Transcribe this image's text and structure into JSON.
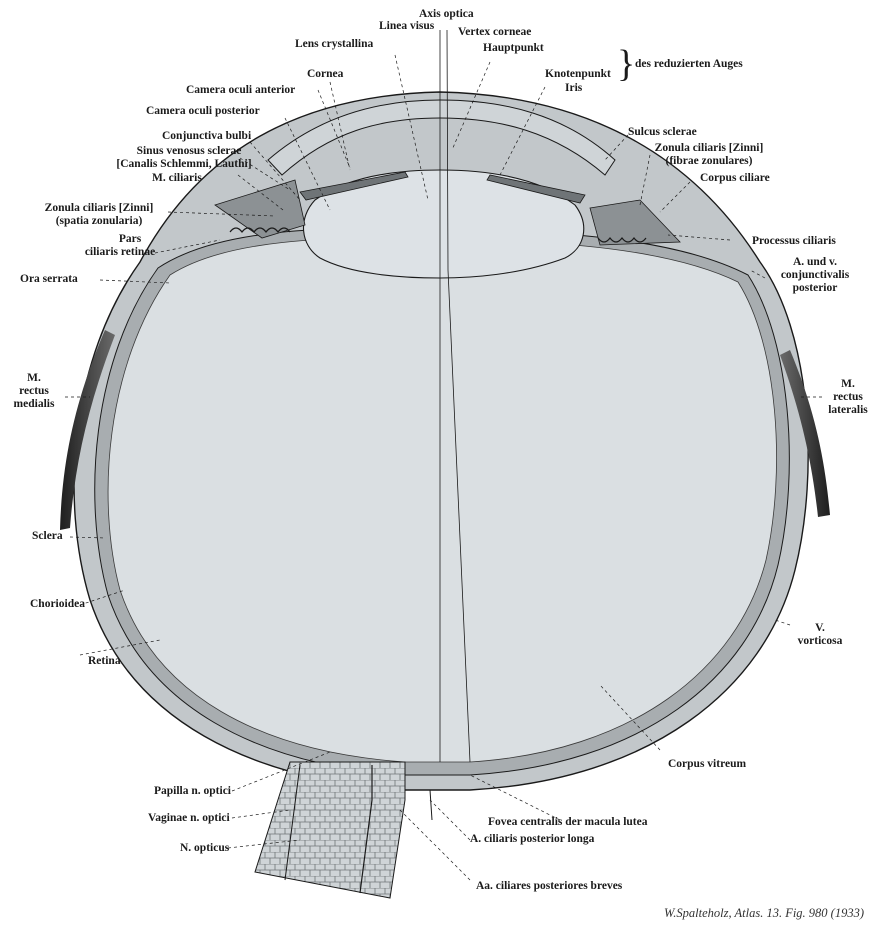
{
  "figure": {
    "credit": "W.Spalteholz, Atlas. 13. Fig. 980 (1933)",
    "brace_group_label": "des reduzierten Auges"
  },
  "labels": {
    "axis_optica": "Axis optica",
    "linea_visus": "Linea visus",
    "vertex_corneae": "Vertex corneae",
    "lens_crystallina": "Lens crystallina",
    "hauptpunkt": "Hauptpunkt",
    "cornea": "Cornea",
    "knotenpunkt": "Knotenpunkt",
    "iris": "Iris",
    "camera_anterior": "Camera oculi anterior",
    "camera_posterior": "Camera oculi posterior",
    "conjunctiva_bulbi": "Conjunctiva bulbi",
    "sinus_venosus_1": "Sinus venosus sclerae",
    "sinus_venosus_2": "[Canalis Schlemmi, Lauthi]",
    "m_ciliaris": "M. ciliaris",
    "zonula_left_1": "Zonula ciliaris [Zinni]",
    "zonula_left_2": "(spatia zonularia)",
    "pars_1": "Pars",
    "pars_2": "ciliaris retinae",
    "ora_serrata": "Ora serrata",
    "sulcus_sclerae": "Sulcus sclerae",
    "zonula_right_1": "Zonula ciliaris [Zinni]",
    "zonula_right_2": "(fibrae zonulares)",
    "corpus_ciliare": "Corpus ciliare",
    "processus_ciliaris": "Processus ciliaris",
    "a_v_conj_1": "A. und v.",
    "a_v_conj_2": "conjunctivalis",
    "a_v_conj_3": "posterior",
    "m_rectus_med_1": "M.",
    "m_rectus_med_2": "rectus",
    "m_rectus_med_3": "medialis",
    "m_rectus_lat_1": "M.",
    "m_rectus_lat_2": "rectus",
    "m_rectus_lat_3": "lateralis",
    "sclera": "Sclera",
    "chorioidea": "Chorioidea",
    "retina": "Retina",
    "v_vorticosa_1": "V.",
    "v_vorticosa_2": "vorticosa",
    "corpus_vitreum": "Corpus vitreum",
    "papilla": "Papilla n. optici",
    "vaginae": "Vaginae n. optici",
    "n_opticus": "N. opticus",
    "fovea": "Fovea centralis der macula lutea",
    "a_ciliaris_longa": "A. ciliaris posterior longa",
    "aa_ciliares_breves": "Aa. ciliares posteriores breves"
  },
  "colors": {
    "ink": "#1a1a1a",
    "vitreous": "#dadfe2",
    "lens": "#dde2e6",
    "sclera": "#c2c7ca",
    "layer": "#a8adb0"
  }
}
